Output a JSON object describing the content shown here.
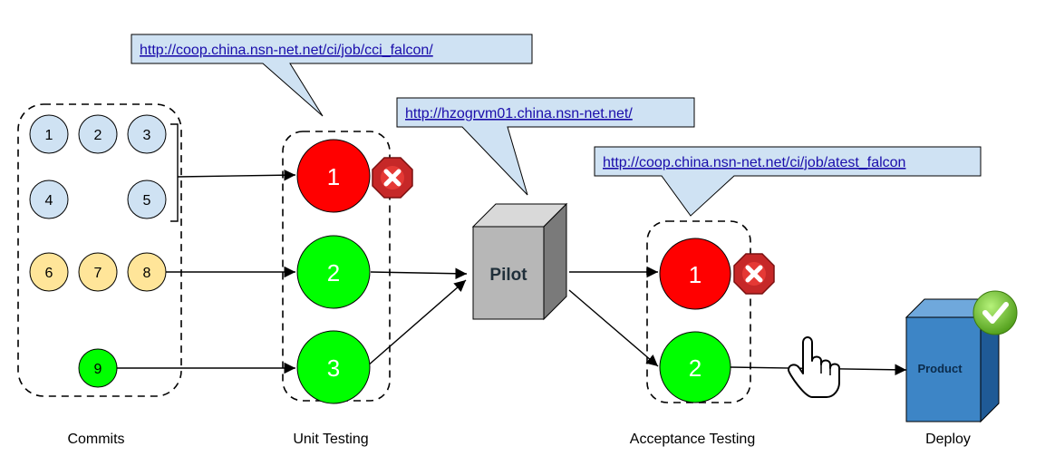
{
  "callouts": {
    "cci": "http://coop.china.nsn-net.net/ci/job/cci_falcon/",
    "pilot": "http://hzogrvm01.china.nsn-net.net/",
    "atest": "http://coop.china.nsn-net.net/ci/job/atest_falcon"
  },
  "commits": {
    "blue": [
      "1",
      "2",
      "3",
      "4",
      "5"
    ],
    "orange": [
      "6",
      "7",
      "8"
    ],
    "green": [
      "9"
    ]
  },
  "unit_testing": [
    "1",
    "2",
    "3"
  ],
  "pilot_label": "Pilot",
  "acceptance": [
    "1",
    "2"
  ],
  "product_label": "Product",
  "stage_labels": {
    "commits": "Commits",
    "unit": "Unit Testing",
    "acceptance": "Acceptance Testing",
    "deploy": "Deploy"
  },
  "colors": {
    "commit_blue": "#cfe2f3",
    "commit_orange": "#ffe599",
    "commit_green": "#00ff00",
    "fail_red": "#ff0000",
    "pass_green": "#00ff00",
    "callout_fill": "#cfe2f3",
    "pilot_gray": "#b7b7b7",
    "product_blue": "#3d85c6"
  },
  "icons": [
    "fail-stop-icon",
    "success-check-icon",
    "hand-pointer-icon"
  ]
}
